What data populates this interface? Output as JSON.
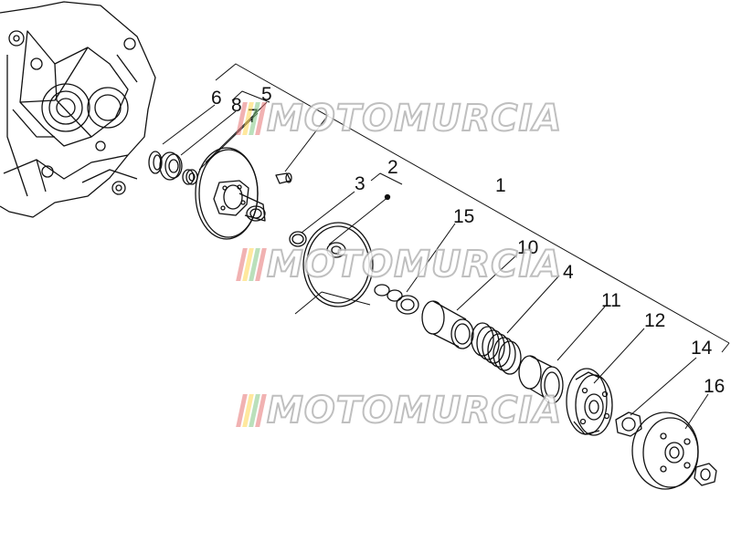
{
  "watermark": {
    "text": "MOTOMURCIA",
    "stripe_colors": [
      "#e57373",
      "#ffd54f",
      "#81c784",
      "#e57373"
    ]
  },
  "callouts": [
    "6",
    "8",
    "5",
    "7",
    "2",
    "3",
    "1",
    "15",
    "10",
    "4",
    "11",
    "12",
    "14",
    "16"
  ],
  "colors": {
    "line": "#111111",
    "background": "#ffffff",
    "watermark_outline": "#b5b5b5"
  }
}
